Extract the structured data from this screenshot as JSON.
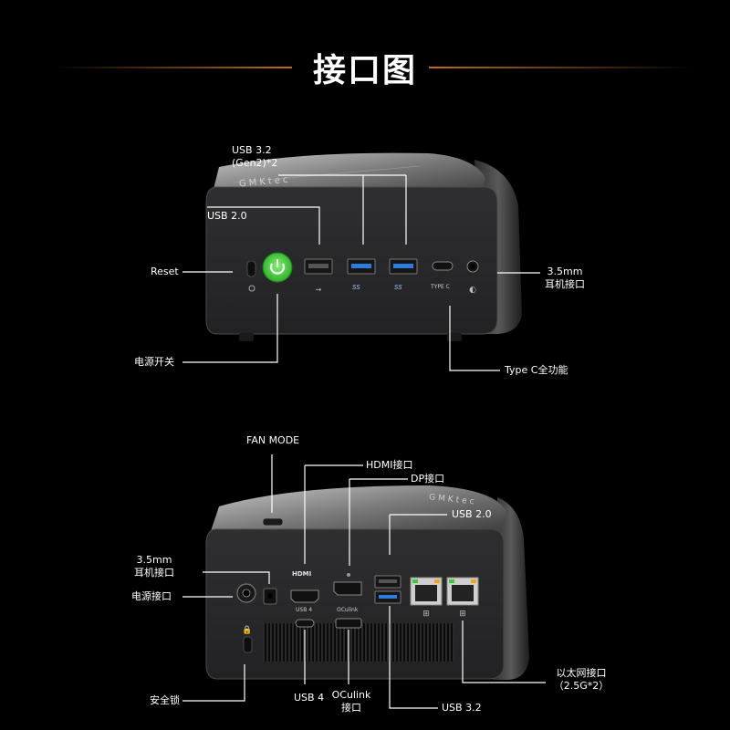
{
  "title": "接口图",
  "front": {
    "brand": "GMKtec",
    "labels": {
      "usb32_line1": "USB 3.2",
      "usb32_line2": "(Gen2)*2",
      "usb20": "USB 2.0",
      "reset": "Reset",
      "jack_line1": "3.5mm",
      "jack_line2": "耳机接口",
      "power": "电源开关",
      "typec": "Type C全功能"
    },
    "port_text": {
      "typec": "TYPE C",
      "usb_logo": "SS"
    }
  },
  "back": {
    "brand": "GMKtec",
    "labels": {
      "fan": "FAN MODE",
      "hdmi": "HDMI接口",
      "dp": "DP接口",
      "usb20": "USB 2.0",
      "jack_line1": "3.5mm",
      "jack_line2": "耳机接口",
      "dcin": "电源接口",
      "lan_line1": "以太网接口",
      "lan_line2": "（2.5G*2）",
      "lock": "安全锁",
      "usb4": "USB 4",
      "oculink_line1": "OCulink",
      "oculink_line2": "接口",
      "usb32": "USB 3.2"
    },
    "port_text": {
      "hdmi": "HDMI",
      "usb4": "USB 4",
      "oculink": "OCulink"
    }
  },
  "colors": {
    "accent": "#b8701c",
    "power_button": "#3ec93a",
    "usb3_blue": "#2d7de0"
  }
}
